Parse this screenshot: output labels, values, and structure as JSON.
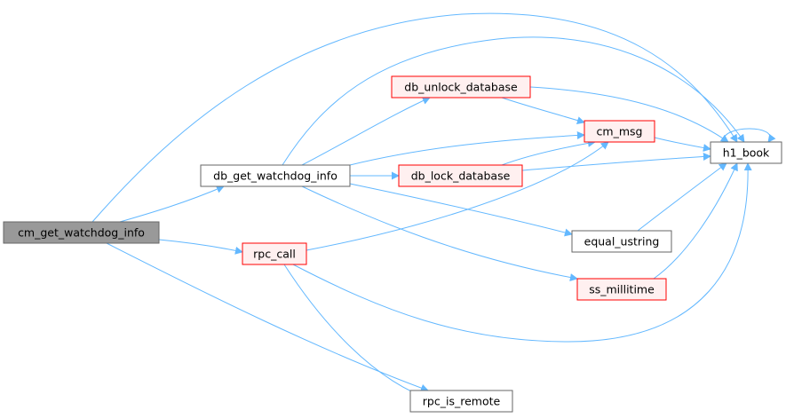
{
  "colors": {
    "edge": "#63b8ff",
    "root_fill": "#999999",
    "root_border": "#666666",
    "normal_fill": "#ffffff",
    "normal_border": "#666666",
    "highlight_fill": "#fff0f0",
    "highlight_border": "#ff0000"
  },
  "nodes": [
    {
      "id": "cm_get_watchdog_info",
      "label": "cm_get_watchdog_info",
      "style": "root"
    },
    {
      "id": "db_get_watchdog_info",
      "label": "db_get_watchdog_info",
      "style": "normal"
    },
    {
      "id": "db_unlock_database",
      "label": "db_unlock_database",
      "style": "highlight"
    },
    {
      "id": "db_lock_database",
      "label": "db_lock_database",
      "style": "highlight"
    },
    {
      "id": "cm_msg",
      "label": "cm_msg",
      "style": "highlight"
    },
    {
      "id": "h1_book",
      "label": "h1_book",
      "style": "normal"
    },
    {
      "id": "equal_ustring",
      "label": "equal_ustring",
      "style": "normal"
    },
    {
      "id": "ss_millitime",
      "label": "ss_millitime",
      "style": "highlight"
    },
    {
      "id": "rpc_call",
      "label": "rpc_call",
      "style": "highlight"
    },
    {
      "id": "rpc_is_remote",
      "label": "rpc_is_remote",
      "style": "normal"
    }
  ],
  "edges": [
    {
      "from": "cm_get_watchdog_info",
      "to": "db_get_watchdog_info"
    },
    {
      "from": "cm_get_watchdog_info",
      "to": "h1_book"
    },
    {
      "from": "cm_get_watchdog_info",
      "to": "rpc_call"
    },
    {
      "from": "cm_get_watchdog_info",
      "to": "rpc_is_remote"
    },
    {
      "from": "db_get_watchdog_info",
      "to": "db_unlock_database"
    },
    {
      "from": "db_get_watchdog_info",
      "to": "h1_book"
    },
    {
      "from": "db_get_watchdog_info",
      "to": "cm_msg"
    },
    {
      "from": "db_get_watchdog_info",
      "to": "db_lock_database"
    },
    {
      "from": "db_get_watchdog_info",
      "to": "equal_ustring"
    },
    {
      "from": "db_get_watchdog_info",
      "to": "ss_millitime"
    },
    {
      "from": "db_unlock_database",
      "to": "cm_msg"
    },
    {
      "from": "db_unlock_database",
      "to": "h1_book"
    },
    {
      "from": "db_lock_database",
      "to": "cm_msg"
    },
    {
      "from": "db_lock_database",
      "to": "h1_book"
    },
    {
      "from": "cm_msg",
      "to": "h1_book"
    },
    {
      "from": "h1_book",
      "to": "h1_book"
    },
    {
      "from": "equal_ustring",
      "to": "h1_book"
    },
    {
      "from": "ss_millitime",
      "to": "h1_book"
    },
    {
      "from": "rpc_call",
      "to": "cm_msg"
    },
    {
      "from": "rpc_call",
      "to": "h1_book"
    },
    {
      "from": "rpc_call",
      "to": "rpc_is_remote"
    }
  ]
}
